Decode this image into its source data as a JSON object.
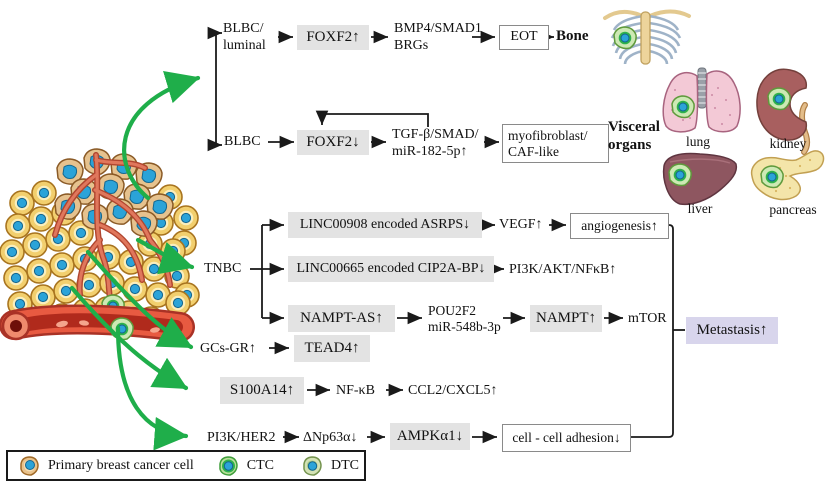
{
  "bone_pathway": {
    "source": "BLBC/\nluminal",
    "regulator": "FOXF2↑",
    "mediators": "BMP4/SMAD1\nBRGs",
    "process": "EOT",
    "target": "Bone"
  },
  "visceral_pathway": {
    "source": "BLBC",
    "regulator": "FOXF2↓",
    "mediators": "TGF-β/SMAD/\nmiR-182-5p↑",
    "process": "myofibroblast/\nCAF-like",
    "target": "Visceral\norgans"
  },
  "organs": {
    "lung": "lung",
    "kidney": "kidney",
    "liver": "liver",
    "pancreas": "pancreas"
  },
  "tnbc_pathway": {
    "source": "TNBC",
    "row1": {
      "regulator": "LINC00908 encoded ASRPS↓",
      "mediator": "VEGF↑",
      "outcome": "angiogenesis↑"
    },
    "row2": {
      "regulator": "LINC00665 encoded CIP2A-BP↓",
      "mediator": "PI3K/AKT/NFκB↑"
    },
    "row3": {
      "regulator": "NAMPT-AS↑",
      "mediator": "POU2F2\nmiR-548b-3p",
      "effector": "NAMPT↑",
      "outcome": "mTOR"
    }
  },
  "gr_pathway": {
    "source": "GCs-GR↑",
    "effector": "TEAD4↑"
  },
  "s100a14_pathway": {
    "source": "S100A14↑",
    "mediator": "NF-κB",
    "outcome": "CCL2/CXCL5↑"
  },
  "pi3k_pathway": {
    "source": "PI3K/HER2",
    "mediator": "ΔNp63α↓",
    "effector": "AMPKα1↓",
    "outcome": "cell - cell adhesion↓"
  },
  "final_outcome": "Metastasis↑",
  "legend": {
    "primary": "Primary breast cancer cell",
    "ctc": "CTC",
    "dtc": "DTC"
  },
  "colors": {
    "highlight_box": "#e3e3e3",
    "metastasis_box": "#d8d5ec",
    "green_arrow": "#1fae4a",
    "line": "#1a1a1a"
  }
}
